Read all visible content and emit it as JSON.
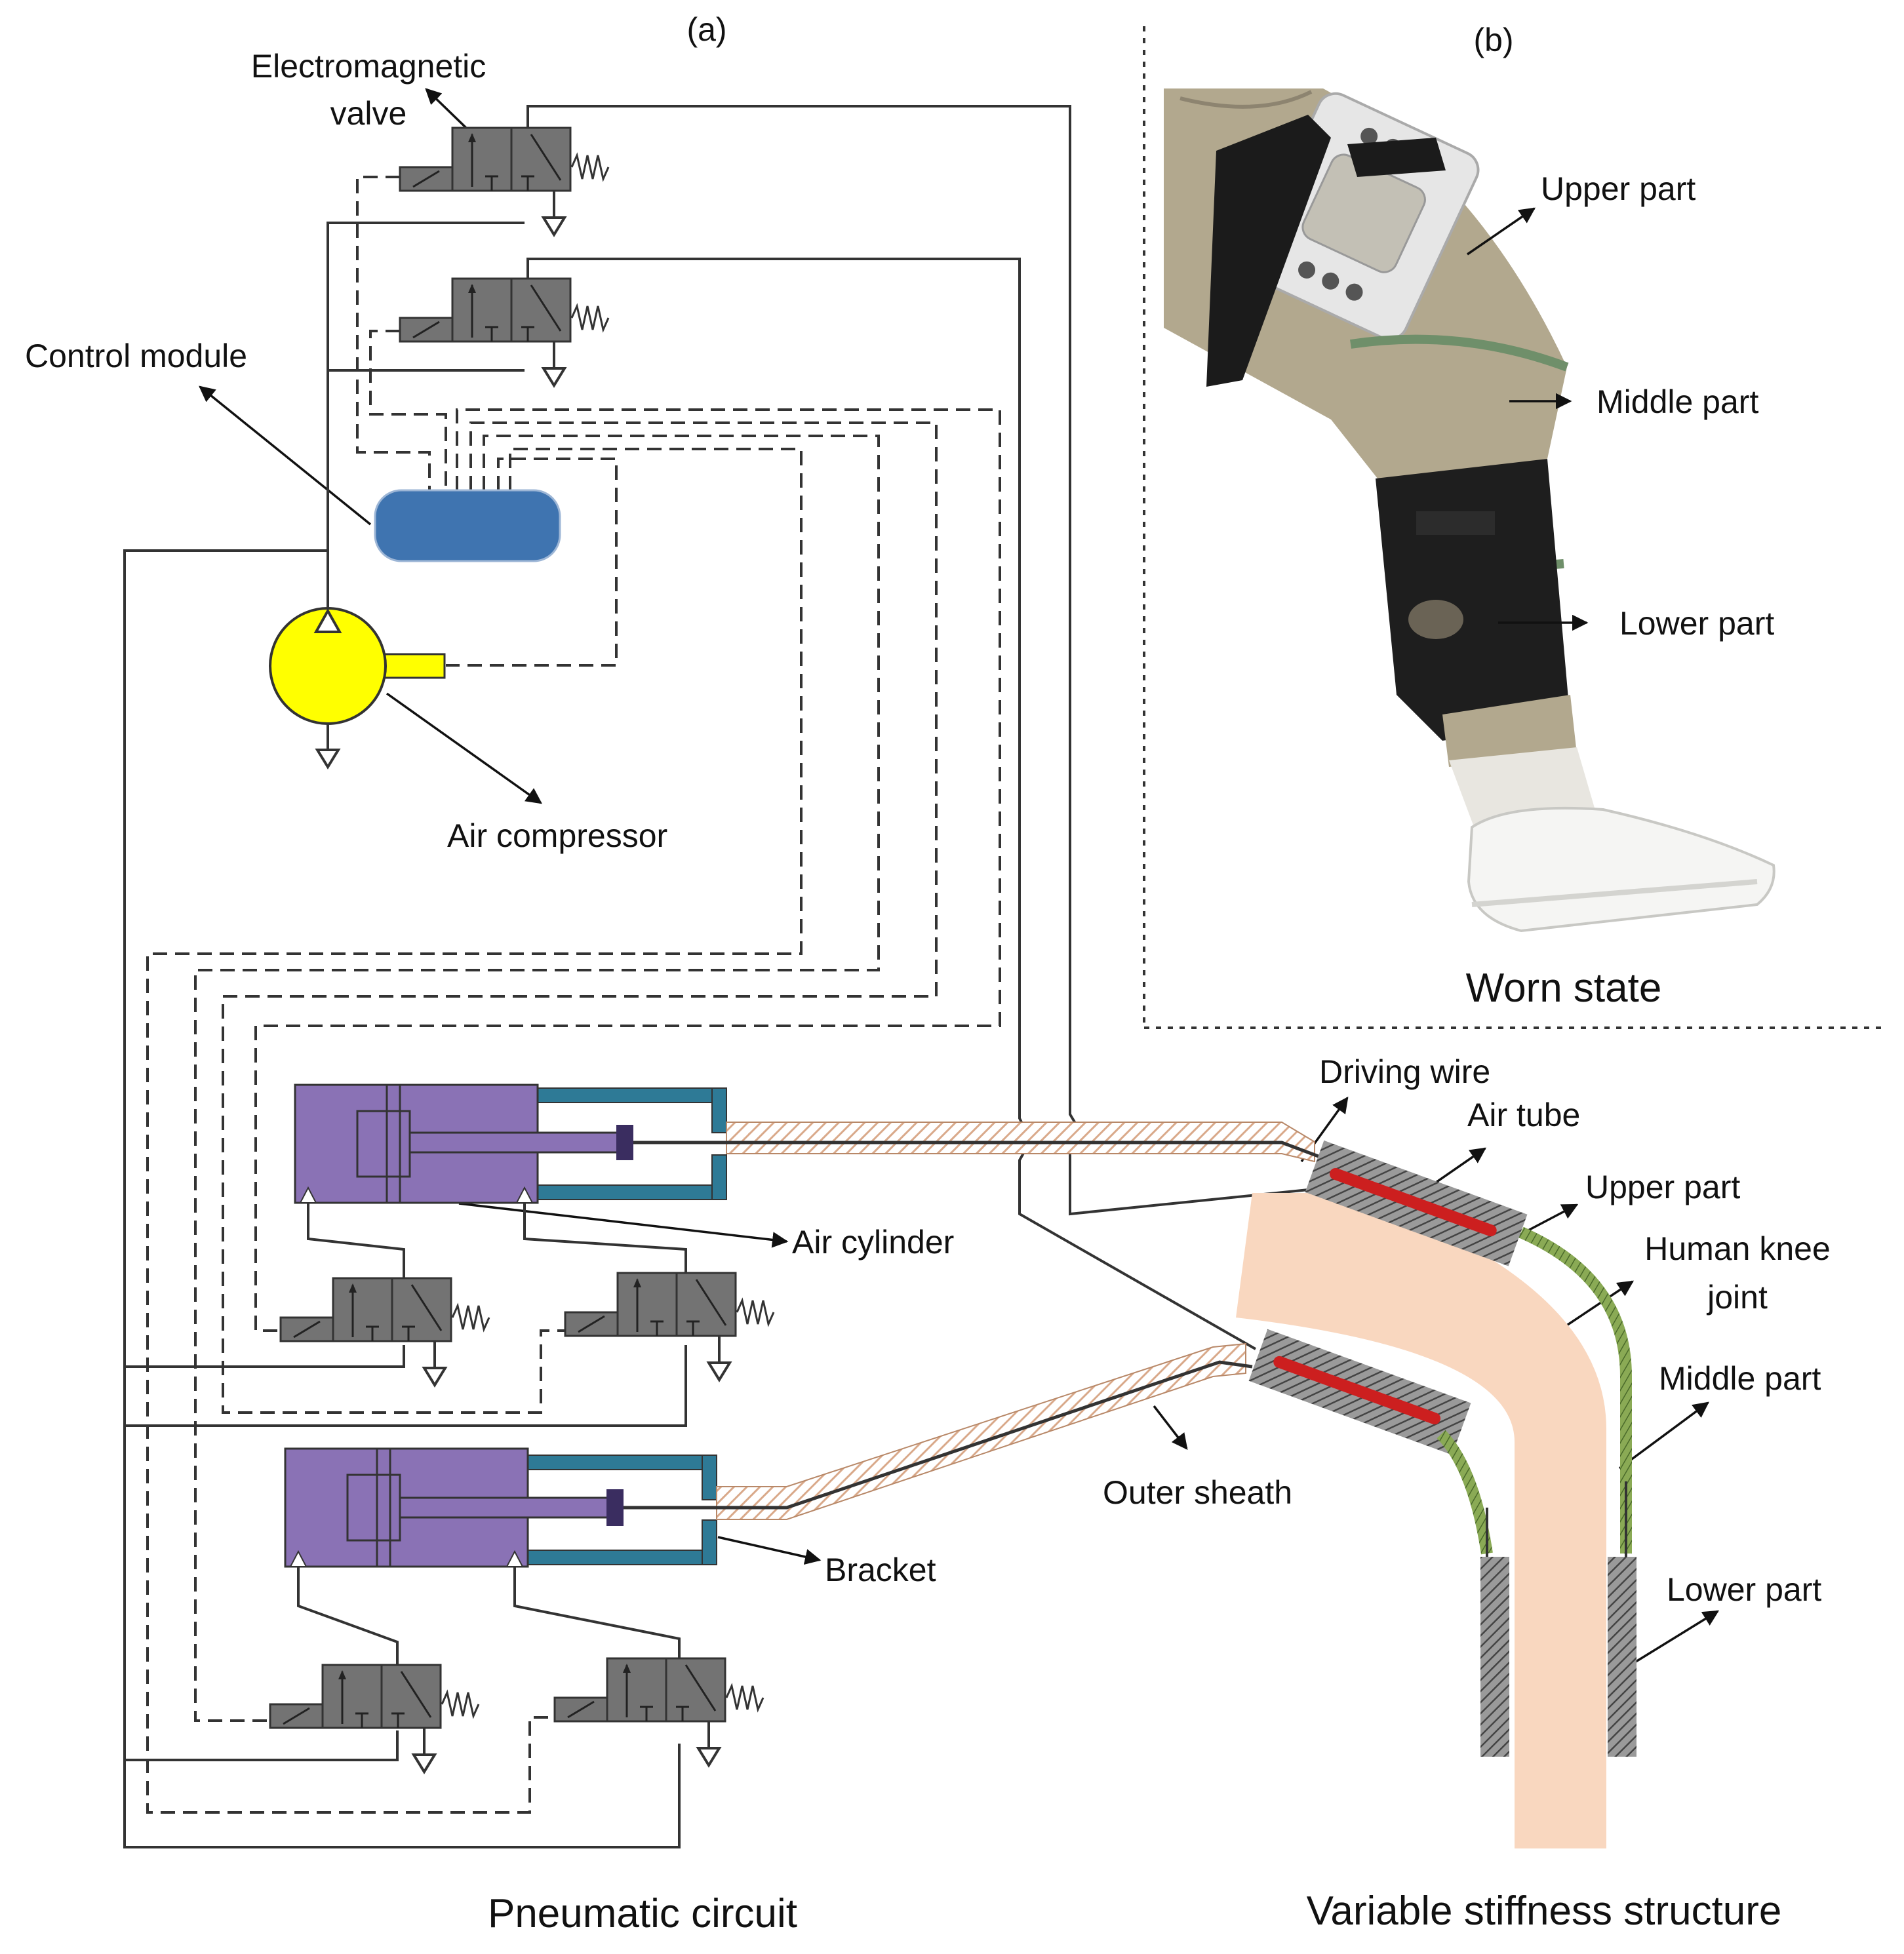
{
  "panel_a": {
    "label": "(a)",
    "caption": "Pneumatic circuit",
    "labels": {
      "valve_line1": "Electromagnetic",
      "valve_line2": "valve",
      "control_module": "Control module",
      "air_compressor": "Air compressor",
      "air_cylinder": "Air cylinder",
      "bracket": "Bracket",
      "outer_sheath": "Outer sheath",
      "driving_wire": "Driving wire",
      "air_tube": "Air tube",
      "upper_part": "Upper part",
      "human_knee_line1": "Human knee",
      "human_knee_line2": "joint",
      "middle_part": "Middle part",
      "lower_part": "Lower part"
    },
    "caption_right": "Variable stiffness structure"
  },
  "panel_b": {
    "label": "(b)",
    "caption": "Worn state",
    "labels": {
      "upper_part": "Upper part",
      "middle_part": "Middle part",
      "lower_part": "Lower part"
    }
  },
  "colors": {
    "valve": "#737373",
    "control_module": "#3f74b0",
    "compressor": "#ffff00",
    "cylinder": "#8a72b5",
    "bracket": "#2e7a96",
    "sheath_hatch": "#d9a98a",
    "knee": "#f9d7bf",
    "air_tube": "#cc1f1f",
    "middle_mesh": "#7a9a4a",
    "wrap": "#555555"
  }
}
